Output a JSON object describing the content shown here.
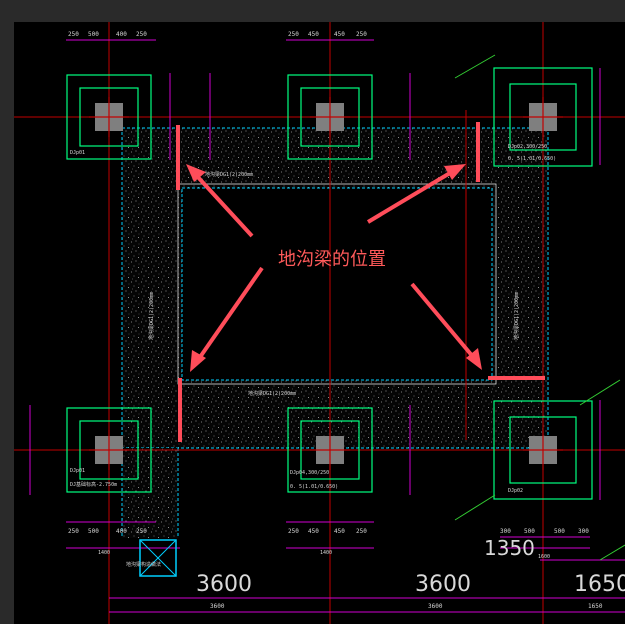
{
  "drawing": {
    "annotation": "地沟梁的位置",
    "bottom_dims": [
      {
        "big": "3600",
        "small": "3600"
      },
      {
        "big": "3600",
        "small": "3600"
      },
      {
        "big": "1650",
        "small": "1650"
      }
    ],
    "mid_right_dim": "1350",
    "footing_top_left": {
      "row": [
        "250",
        "500",
        "400",
        "250"
      ],
      "tag": "DJp01"
    },
    "footing_top_mid": {
      "row": [
        "250",
        "450",
        "450",
        "250"
      ]
    },
    "footing_top_right": {
      "tag": "DJp02,300/250",
      "elev": "0. 5(1.01/0.650)"
    },
    "footing_bot_left": {
      "row": [
        "250",
        "500",
        "400",
        "250"
      ],
      "tag": "DJp01",
      "elev": "DJ基础标高-2.750m",
      "width": "1400"
    },
    "footing_bot_mid": {
      "row": [
        "250",
        "450",
        "450",
        "250"
      ],
      "tag": "DJp04,300/250",
      "elev": "0. 5(1.01/0.650)",
      "width": "1400"
    },
    "footing_bot_right": {
      "row": [
        "300",
        "500",
        "500",
        "300"
      ],
      "tag": "DJp02",
      "width": "1600"
    },
    "pit_labels": {
      "top": "地沟梁DG1(2)200mm",
      "bottom": "地沟梁DG1(2)200mm",
      "left": "地沟梁DG1(2)200mm",
      "right": "地沟梁DG1(2)200mm"
    },
    "misc_label": "地沟梁构造做法",
    "colors": {
      "axis": "#c00000",
      "column": "#7f7f7f",
      "footing": "#00ff80",
      "dimension": "#d000d0",
      "pit": "#00cfff",
      "arrow": "#ff4d5a",
      "annotation": "#ff5a5a"
    }
  }
}
